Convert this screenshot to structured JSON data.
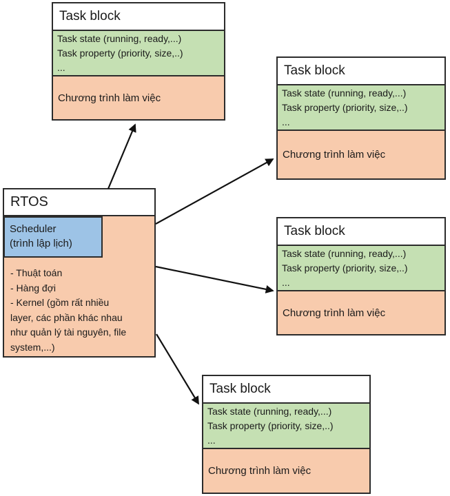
{
  "diagram": {
    "rtos": {
      "title": "RTOS",
      "scheduler": {
        "name": "Scheduler",
        "subtitle": "(trình lập lịch)"
      },
      "notes": "- Thuật toán\n- Hàng đợi\n- Kernel (gồm rất nhiều\nlayer, các phần khác nhau\nnhư quản lý tài nguyên, file\nsystem,...)"
    },
    "task_block": {
      "title": "Task block",
      "state_line": "Task state (running, ready,...)",
      "property_line": "Task property (priority, size,..)",
      "more_line": "...",
      "program_line": "Chương trình làm việc"
    },
    "connections": [
      {
        "from": "rtos",
        "to": "task-block-top-left"
      },
      {
        "from": "rtos",
        "to": "task-block-top-right"
      },
      {
        "from": "rtos",
        "to": "task-block-middle-right"
      },
      {
        "from": "rtos",
        "to": "task-block-bottom"
      }
    ],
    "colors": {
      "green": "#C5E0B3",
      "orange": "#F8CBAD",
      "blue": "#9DC3E6",
      "border": "#2b2b2b",
      "arrow": "#111111"
    }
  }
}
